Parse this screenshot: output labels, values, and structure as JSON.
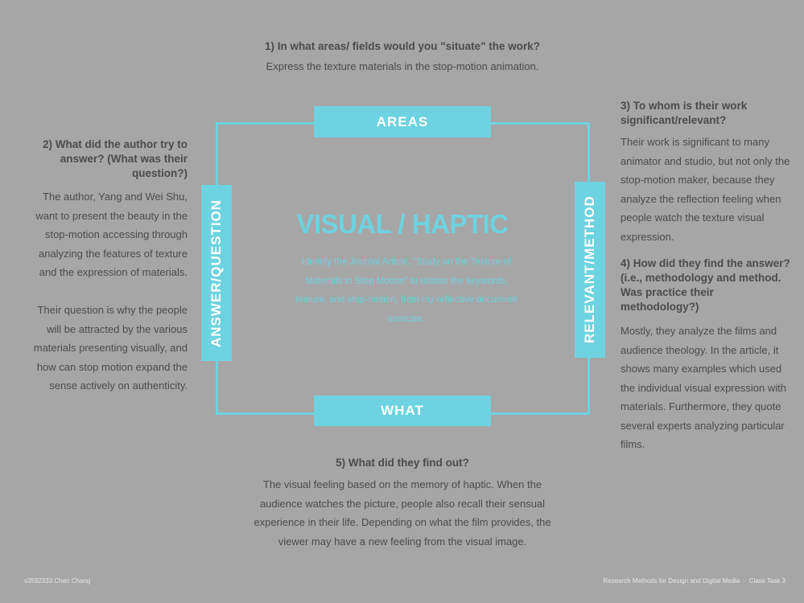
{
  "q1": {
    "question": "1) In what areas/ fields would you \"situate\" the work?",
    "answer": "Express the texture materials in the stop-motion animation."
  },
  "q2": {
    "question": "2) What did the author try to answer? (What was their question?)",
    "answer1": "The author, Yang and Wei Shu, want to present the beauty in the stop-motion accessing through analyzing the features of texture and the expression of materials.",
    "answer2": "Their question is why the people will be attracted by the various materials presenting visually, and how can stop motion expand the sense actively on authenticity."
  },
  "q3": {
    "question": "3) To whom is their work significant/relevant?",
    "answer": "Their work is significant to many animator and studio, but not only the stop-motion maker, because they analyze the reflection feeling when people watch the texture visual expression."
  },
  "q4": {
    "question": "4) How did they find the answer? (i.e., methodology and method. Was practice their methodology?)",
    "answer": "Mostly, they analyze the films and audience theology. In the article, it shows many examples which used the individual visual expression with materials. Furthermore, they quote several experts analyzing particular films."
  },
  "q5": {
    "question": "5) What did they find out?",
    "answer": "The visual feeling based on the memory of haptic. When the audience watches the picture, people also recall their sensual experience in their life. Depending on what the film provides, the viewer may have a new feeling from the visual image."
  },
  "diagram": {
    "top": "AREAS",
    "bottom": "WHAT",
    "left": "ANSWER/QUESTION",
    "right": "RELEVANT/METHOD",
    "title": "VISUAL / HAPTIC",
    "description": "Identify the Journal Article, \"Study on the Texture of Materials in Stop Motion\" to relates the keywords, texture, and stop-motion, from my reflective document exercise.",
    "accent": "#6dd3e0"
  },
  "footer": {
    "left": "s3592333 Chen Chang",
    "right": "Research Methods for Design and Digital Media  ·  Class Task 3"
  }
}
